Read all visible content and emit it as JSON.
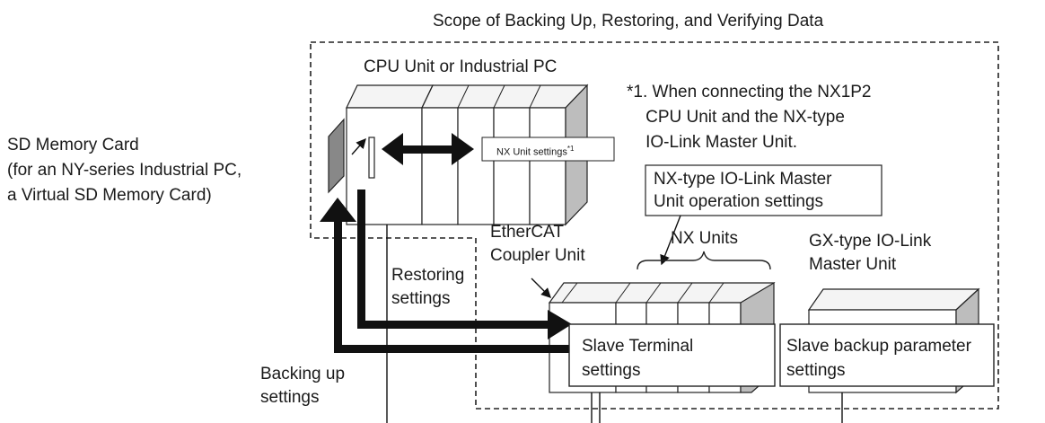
{
  "title": "Scope of Backing Up, Restoring, and Verifying Data",
  "cpu_unit_label": "CPU Unit or Industrial PC",
  "footnote": "*1. When connecting the NX1P2\n    CPU Unit and the NX-type\n    IO-Link Master Unit.",
  "sd_card_label": "SD Memory Card\n(for an NY-series Industrial PC,\na Virtual SD Memory Card)",
  "nx_unit_settings": "NX Unit settings",
  "nx_unit_settings_sup": "*1",
  "iolink_operation_settings": "NX-type IO-Link Master\nUnit operation settings",
  "ethercat_coupler_label": "EtherCAT\nCoupler Unit",
  "nx_units_label": "NX Units",
  "gx_iolink_label": "GX-type IO-Link\nMaster Unit",
  "restoring_label": "Restoring\nsettings",
  "backing_up_label": "Backing up\nsettings",
  "slave_terminal_settings": "Slave Terminal\nsettings",
  "slave_backup_settings": "Slave backup parameter\nsettings"
}
